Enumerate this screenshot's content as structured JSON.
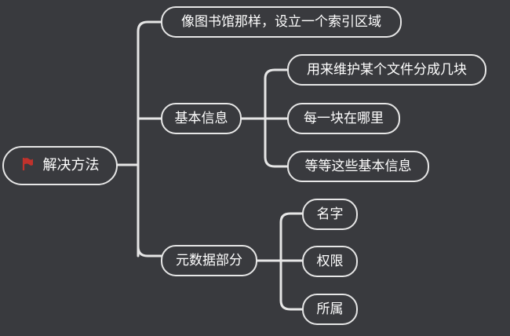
{
  "root": {
    "label": "解决方法",
    "icon": "red-flag-icon",
    "icon_color": "#c0322c"
  },
  "branches": [
    {
      "label": "像图书馆那样，设立一个索引区域"
    },
    {
      "label": "基本信息",
      "children": [
        "用来维护某个文件分成几块",
        "每一块在哪里",
        "等等这些基本信息"
      ]
    },
    {
      "label": "元数据部分",
      "children": [
        "名字",
        "权限",
        "所属"
      ]
    }
  ],
  "colors": {
    "background": "#393a3e",
    "line": "#e6e6e6",
    "text": "#ffffff"
  }
}
